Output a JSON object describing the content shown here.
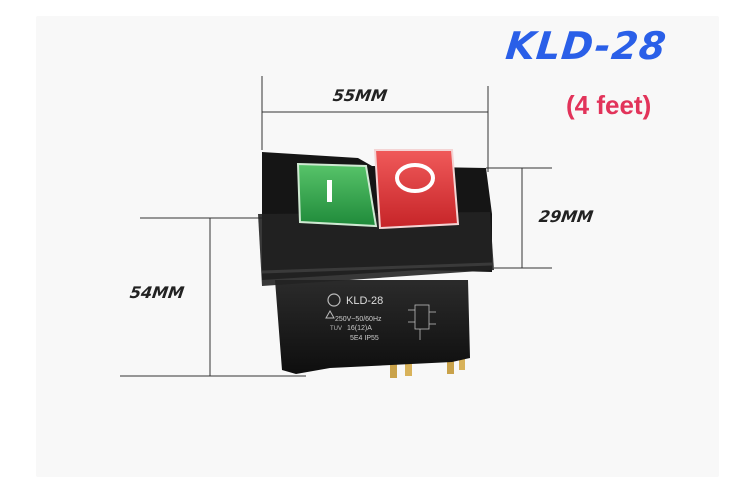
{
  "title": "KLD-28",
  "subtitle": "(4 feet)",
  "dimensions": {
    "width": "55MM",
    "height": "29MM",
    "depth": "54MM"
  },
  "switch_label": {
    "model": "KLD-28",
    "rating": "250V~50/60Hz",
    "current": "16(12)A",
    "code": "5E4   IP55",
    "cert": "TUV"
  },
  "buttons": {
    "on_symbol": "I",
    "off_symbol": "O",
    "on_color": "#2fa24a",
    "off_color": "#e0363b"
  },
  "colors": {
    "title": "#2a5fe8",
    "subtitle": "#e2335a",
    "housing": "#1a1a1a"
  }
}
